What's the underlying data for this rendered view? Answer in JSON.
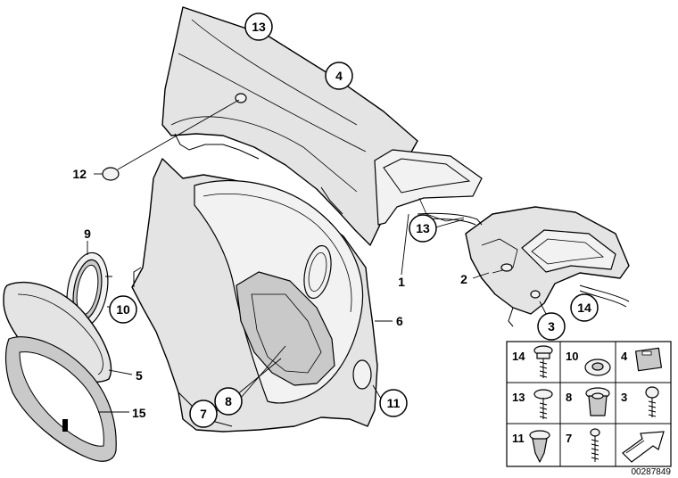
{
  "callouts": {
    "c13_top": "13",
    "c4": "4",
    "c12": "12",
    "c9": "9",
    "c10": "10",
    "c5": "5",
    "c15": "15",
    "c1": "1",
    "c13_mid": "13",
    "c2": "2",
    "c3": "3",
    "c14": "14",
    "c6": "6",
    "c7": "7",
    "c8": "8",
    "c11": "11"
  },
  "legend_grid": {
    "r1c1": "14",
    "r1c2": "10",
    "r1c3": "4",
    "r2c1": "13",
    "r2c2": "8",
    "r2c3": "3",
    "r3c1": "11",
    "r3c2": "7"
  },
  "document_number": "00287849",
  "icons": {
    "arrow": "direction-arrow-icon"
  }
}
